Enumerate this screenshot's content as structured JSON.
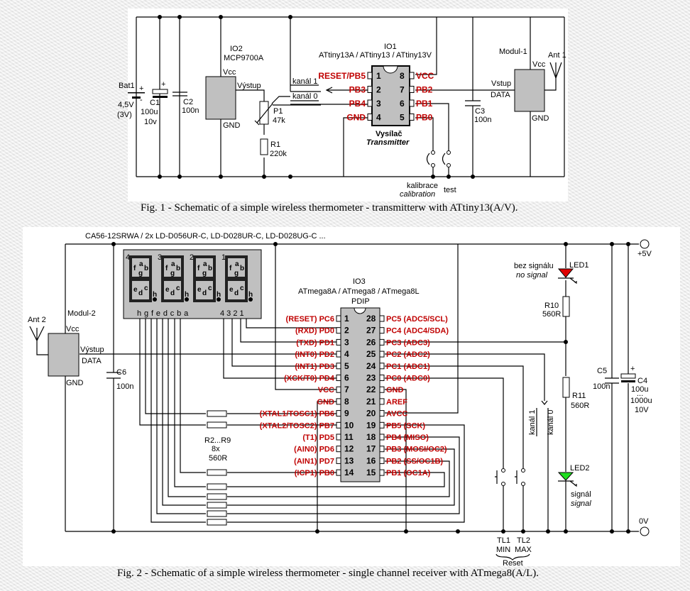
{
  "fig1": {
    "caption": "Fig. 1 - Schematic of a simple wireless thermometer - transmitterw with ATtiny13(A/V).",
    "bat": {
      "name": "Bat1",
      "v1": "4,5V",
      "v2": "(3V)",
      "plus": "+",
      "minus": "-"
    },
    "c1": {
      "name": "C1",
      "v1": "100u",
      "v2": "10v",
      "plus": "+"
    },
    "c2": {
      "name": "C2",
      "v": "100n"
    },
    "io2": {
      "name": "IO2",
      "part": "MCP9700A",
      "vcc": "Vcc",
      "out": "Výstup",
      "gnd": "GND"
    },
    "p1": {
      "name": "P1",
      "v": "47k"
    },
    "r1": {
      "name": "R1",
      "v": "220k"
    },
    "kanal1": "kanál 1",
    "kanal0": "kanál 0",
    "io1": {
      "name": "IO1",
      "part": "ATtiny13A / ATtiny13 / ATtiny13V",
      "left": [
        {
          "n": "1",
          "l": "RESET/PB5"
        },
        {
          "n": "2",
          "l": "PB3"
        },
        {
          "n": "3",
          "l": "PB4"
        },
        {
          "n": "4",
          "l": "GND"
        }
      ],
      "right": [
        {
          "n": "8",
          "l": "VCC"
        },
        {
          "n": "7",
          "l": "PB2"
        },
        {
          "n": "6",
          "l": "PB1"
        },
        {
          "n": "5",
          "l": "PB0"
        }
      ],
      "role_cz": "Vysílač",
      "role_en": "Transmitter"
    },
    "c3": {
      "name": "C3",
      "v": "100n"
    },
    "mod1": {
      "name": "Modul-1",
      "vcc": "Vcc",
      "in": "Vstup",
      "data": "DATA",
      "gnd": "GND",
      "ant": "Ant 1"
    },
    "sw_cal": {
      "cz": "kalibrace",
      "en": "calibration"
    },
    "sw_test": "test"
  },
  "fig2": {
    "caption": "Fig. 2 - Schematic of a simple wireless thermometer - single channel receiver with ATmega8(A/L).",
    "display": {
      "part": "CA56-12SRWA / 2x LD-D056UR-C, LD-D028UR-C, LD-D028UG-C ...",
      "digits": [
        "4",
        "3",
        "2",
        "1"
      ],
      "seg_pins": "h g f e d c b a",
      "com_pins": "4 3 2 1"
    },
    "mod2": {
      "name": "Modul-2",
      "vcc": "Vcc",
      "out": "Výstup",
      "data": "DATA",
      "gnd": "GND",
      "ant": "Ant 2"
    },
    "c6": {
      "name": "C6",
      "v": "100n"
    },
    "rpack": {
      "name": "R2...R9",
      "count": "8x",
      "v": "560R"
    },
    "io3": {
      "name": "IO3",
      "part": "ATmega8A / ATmega8 / ATmega8L",
      "pkg": "PDIP",
      "left": [
        {
          "n": "1",
          "l": "(RESET) PC6"
        },
        {
          "n": "2",
          "l": "(RXD) PD0"
        },
        {
          "n": "3",
          "l": "(TXD) PD1"
        },
        {
          "n": "4",
          "l": "(INT0) PD2"
        },
        {
          "n": "5",
          "l": "(INT1) PD3"
        },
        {
          "n": "6",
          "l": "(XCK/T0) PD4"
        },
        {
          "n": "7",
          "l": "VCC"
        },
        {
          "n": "8",
          "l": "GND"
        },
        {
          "n": "9",
          "l": "(XTAL1/TOSC1) PB6"
        },
        {
          "n": "10",
          "l": "(XTAL2/TOSC2) PB7"
        },
        {
          "n": "11",
          "l": "(T1) PD5"
        },
        {
          "n": "12",
          "l": "(AIN0) PD6"
        },
        {
          "n": "13",
          "l": "(AIN1) PD7"
        },
        {
          "n": "14",
          "l": "(ICP1) PB0"
        }
      ],
      "right": [
        {
          "n": "28",
          "l": "PC5 (ADC5/SCL)"
        },
        {
          "n": "27",
          "l": "PC4 (ADC4/SDA)"
        },
        {
          "n": "26",
          "l": "PC3 (ADC3)"
        },
        {
          "n": "25",
          "l": "PC2 (ADC2)"
        },
        {
          "n": "24",
          "l": "PC1 (ADC1)"
        },
        {
          "n": "23",
          "l": "PC0 (ADC0)"
        },
        {
          "n": "22",
          "l": "GND"
        },
        {
          "n": "21",
          "l": "AREF"
        },
        {
          "n": "20",
          "l": "AVCC"
        },
        {
          "n": "19",
          "l": "PB5 (SCK)"
        },
        {
          "n": "18",
          "l": "PB4 (MISO)"
        },
        {
          "n": "17",
          "l": "PB3 (MOSI/OC2)"
        },
        {
          "n": "16",
          "l": "PB2 (SS/OC1B)"
        },
        {
          "n": "15",
          "l": "PB1 (OC1A)"
        }
      ]
    },
    "led1": {
      "name": "LED1",
      "cz": "bez signálu",
      "en": "no signal",
      "color": "#e00000"
    },
    "r10": {
      "name": "R10",
      "v": "560R"
    },
    "r11": {
      "name": "R11",
      "v": "560R"
    },
    "led2": {
      "name": "LED2",
      "cz": "signál",
      "en": "signal",
      "color": "#20e020"
    },
    "kanal1": "kanál 1",
    "kanal0": "kanál 0",
    "tl1": {
      "name": "TL1",
      "f": "MIN"
    },
    "tl2": {
      "name": "TL2",
      "f": "MAX"
    },
    "reset": "Reset",
    "c5": {
      "name": "C5",
      "v": "100n"
    },
    "c4": {
      "name": "C4",
      "v1": "100u",
      "v2": "...",
      "v3": "1000u",
      "v4": "10V",
      "plus": "+"
    },
    "plus5": "+5V",
    "zero": "0V"
  }
}
